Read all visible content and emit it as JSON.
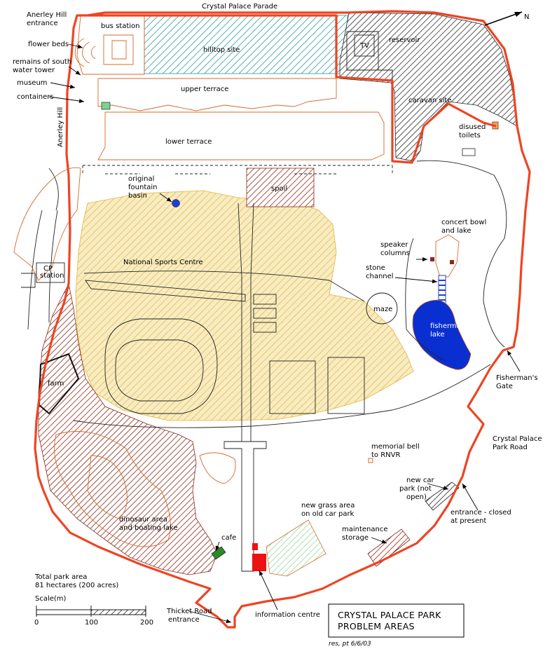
{
  "title": {
    "line1": "CRYSTAL PALACE PARK",
    "line2": "PROBLEM AREAS"
  },
  "credit": "res, pt 6/6/03",
  "north_label": "N",
  "labels": {
    "crystal_palace_parade": "Crystal Palace Parade",
    "anerley_entrance_1": "Anerley Hill",
    "anerley_entrance_2": "entrance",
    "bus_station": "bus station",
    "flower_beds": "flower beds",
    "water_tower_1": "remains of south",
    "water_tower_2": "water tower",
    "museum": "museum",
    "containers": "containers",
    "anerley_hill": "Anerley Hill",
    "hilltop_site": "hilltop site",
    "reservoir": "reservoir",
    "tv": "TV",
    "upper_terrace": "upper terrace",
    "caravan_site": "caravan site",
    "lower_terrace": "lower terrace",
    "disused_toilets_1": "disused",
    "disused_toilets_2": "toilets",
    "fountain_1": "original",
    "fountain_2": "fountain",
    "fountain_3": "basin",
    "spoil": "spoil",
    "concert_1": "concert bowl",
    "concert_2": "and lake",
    "speaker_1": "speaker",
    "speaker_2": "columns",
    "stone_1": "stone",
    "stone_2": "channel",
    "national_sports_centre": "National Sports Centre",
    "cp_station_1": "CP",
    "cp_station_2": "station",
    "maze": "maze",
    "fishermans_lake_1": "fishermans",
    "fishermans_lake_2": "lake",
    "fishermans_gate_1": "Fisherman's",
    "fishermans_gate_2": "Gate",
    "farm": "farm",
    "cp_park_road_1": "Crystal Palace",
    "cp_park_road_2": "Park Road",
    "memorial_1": "memorial bell",
    "memorial_2": "to RNVR",
    "new_car_park_1": "new car",
    "new_car_park_2": "park (not",
    "new_car_park_3": "open)",
    "entrance_closed_1": "entrance - closed",
    "entrance_closed_2": "at present",
    "new_grass_1": "new grass area",
    "new_grass_2": "on old car park",
    "dinosaur_1": "dinosaur area",
    "dinosaur_2": "and boating lake",
    "maintenance_1": "maintenance",
    "maintenance_2": "storage",
    "cafe": "cafe",
    "total_area_1": "Total park area",
    "total_area_2": "81 hectares (200 acres)",
    "scale": "Scale(m)",
    "scale_0": "0",
    "scale_100": "100",
    "scale_200": "200",
    "thicket_1": "Thicket Road",
    "thicket_2": "entrance",
    "information_centre": "information centre"
  },
  "colors": {
    "boundary": "#ee4422",
    "outline": "#d9692a",
    "sports_hatch": "#e6b43c",
    "sports_bg": "#f7ecc2",
    "brown_hatch": "#8b2a1a",
    "hilltop_hatch": "#2b9aa0",
    "black_hatch": "#222222",
    "green_hatch": "#7fd38f",
    "water": "#0a2fd0",
    "fountain": "#1f3fd6",
    "info_centre": "#ee1111",
    "cafe": "#2a8a2a"
  }
}
